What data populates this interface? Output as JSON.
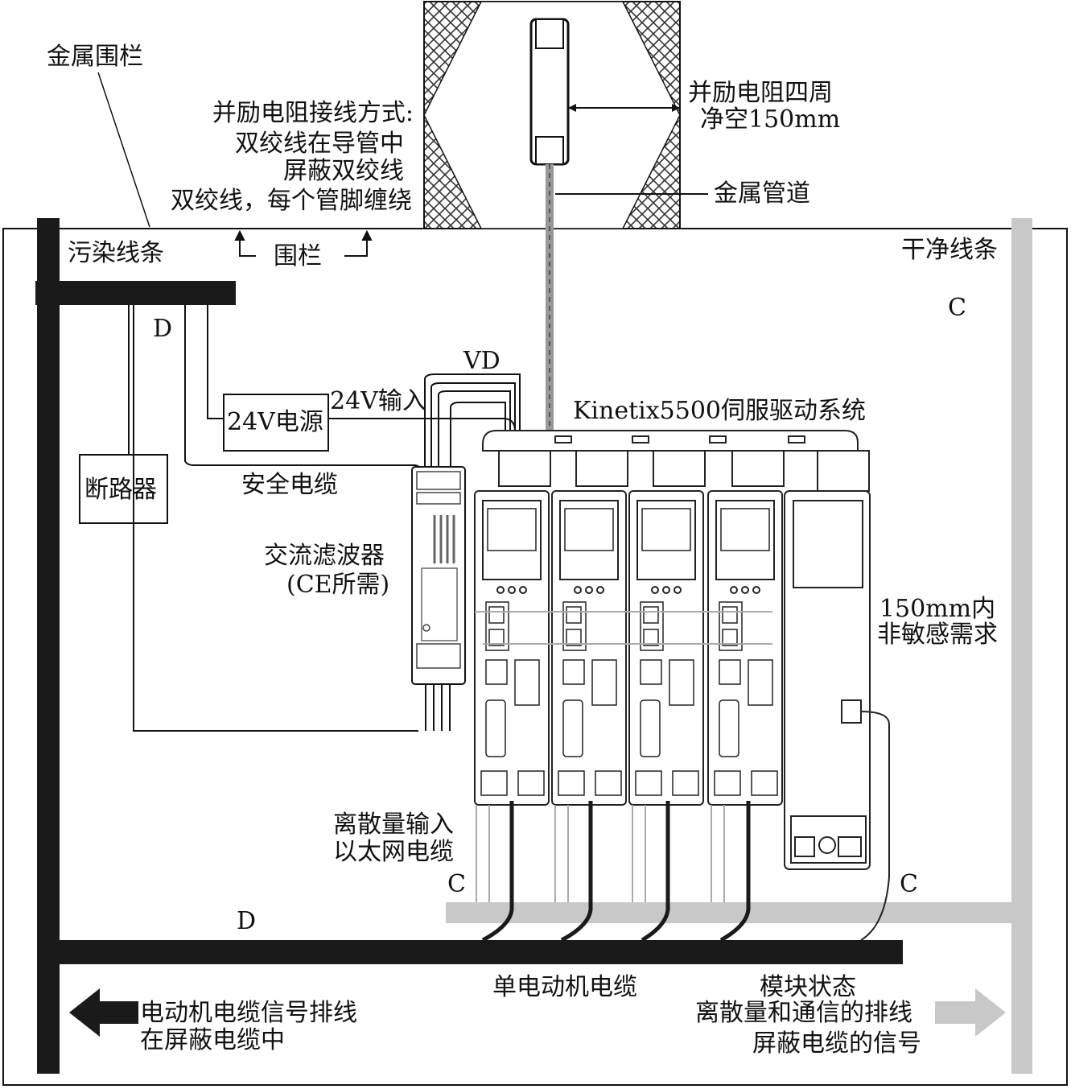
{
  "labels": {
    "metal_fence": "金属围栏",
    "shunt_wiring_title": "并励电阻接线方式:",
    "shunt_wiring_1": "双绞线在导管中",
    "shunt_wiring_2": "屏蔽双绞线",
    "shunt_wiring_3": "双绞线，每个管脚缠绕",
    "shunt_clearance_1": "并励电阻四周",
    "shunt_clearance_2": "净空150mm",
    "metal_conduit": "金属管道",
    "dirty_wireway": "污染线条",
    "fence": "围栏",
    "clean_wireway": "干净线条",
    "zone_d_top": "D",
    "zone_c_top": "C",
    "vd": "VD",
    "power_24v": "24V电源",
    "input_24v": "24V输入",
    "system_name": "Kinetix5500伺服驱动系统",
    "breaker": "断路器",
    "safety_cable": "安全电缆",
    "ac_filter_1": "交流滤波器",
    "ac_filter_2": "(CE所需)",
    "within_150_1": "150mm内",
    "within_150_2": "非敏感需求",
    "discrete_1": "离散量输入",
    "discrete_2": "以太网电缆",
    "zone_c_mid": "C",
    "zone_c_right": "C",
    "zone_d_bottom": "D",
    "single_motor_cable": "单电动机电缆",
    "module_status_1": "模块状态",
    "module_status_2": "离散量和通信的排线",
    "module_status_3": "屏蔽电缆的信号",
    "motor_route_1": "电动机电缆信号排线",
    "motor_route_2": "在屏蔽电缆中"
  },
  "colors": {
    "dirty": "#1a1a1a",
    "clean": "#c8c8c8",
    "hatch": "#333333"
  }
}
